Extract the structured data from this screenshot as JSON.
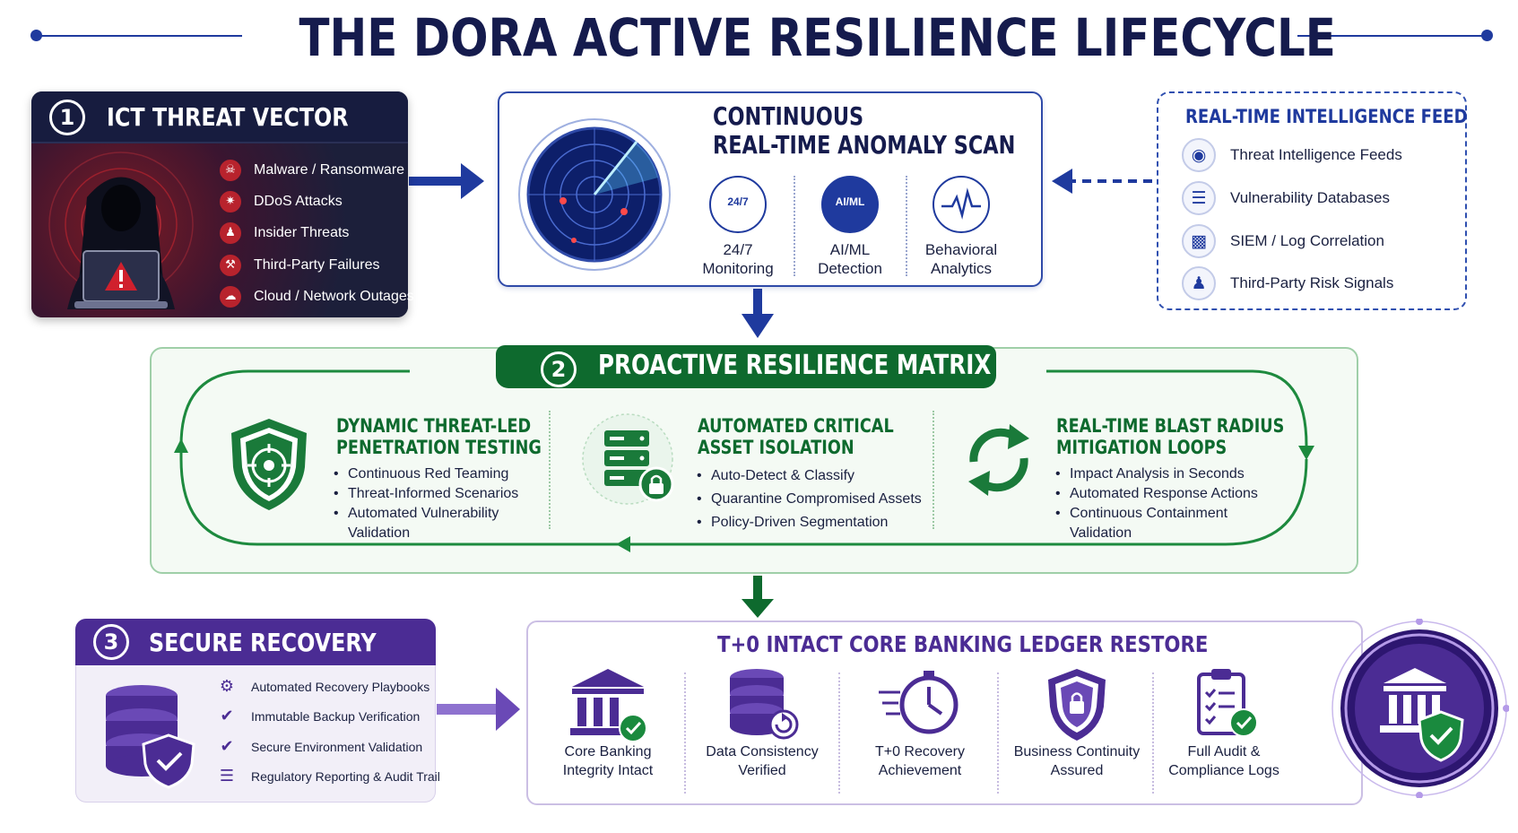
{
  "title": "THE DORA ACTIVE RESILIENCE LIFECYCLE",
  "threat_vector": {
    "number": "1",
    "title": "ICT THREAT VECTOR",
    "items": [
      {
        "label": "Malware / Ransomware",
        "icon": "bug-icon"
      },
      {
        "label": "DDoS Attacks",
        "icon": "ddos-icon"
      },
      {
        "label": "Insider Threats",
        "icon": "user-icon"
      },
      {
        "label": "Third-Party Failures",
        "icon": "factory-icon"
      },
      {
        "label": "Cloud / Network Outages",
        "icon": "cloud-icon"
      }
    ]
  },
  "scan": {
    "title_line1": "CONTINUOUS",
    "title_line2": "REAL-TIME ANOMALY SCAN",
    "features": [
      {
        "label_line1": "24/7",
        "label_line2": "Monitoring",
        "icon_text": "24/7"
      },
      {
        "label_line1": "AI/ML",
        "label_line2": "Detection",
        "icon_text": "AI/ML"
      },
      {
        "label_line1": "Behavioral",
        "label_line2": "Analytics",
        "icon_text": ""
      }
    ]
  },
  "feed": {
    "title": "REAL-TIME INTELLIGENCE FEED",
    "items": [
      {
        "label": "Threat Intelligence Feeds",
        "icon": "globe-icon"
      },
      {
        "label": "Vulnerability Databases",
        "icon": "database-icon"
      },
      {
        "label": "SIEM / Log Correlation",
        "icon": "bar-chart-icon"
      },
      {
        "label": "Third-Party Risk Signals",
        "icon": "users-icon"
      }
    ]
  },
  "matrix": {
    "number": "2",
    "title": "PROACTIVE RESILIENCE MATRIX",
    "columns": [
      {
        "head_line1": "DYNAMIC THREAT-LED",
        "head_line2": "PENETRATION TESTING",
        "items": [
          "Continuous Red Teaming",
          "Threat-Informed Scenarios",
          "Automated Vulnerability Validation"
        ]
      },
      {
        "head_line1": "AUTOMATED CRITICAL",
        "head_line2": "ASSET ISOLATION",
        "items": [
          "Auto-Detect & Classify",
          "Quarantine Compromised Assets",
          "Policy-Driven Segmentation"
        ]
      },
      {
        "head_line1": "REAL-TIME BLAST RADIUS",
        "head_line2": "MITIGATION LOOPS",
        "items": [
          "Impact Analysis in Seconds",
          "Automated Response Actions",
          "Continuous Containment Validation"
        ]
      }
    ]
  },
  "recovery": {
    "number": "3",
    "title": "SECURE RECOVERY",
    "items": [
      {
        "label": "Automated Recovery Playbooks",
        "icon": "gear-icon"
      },
      {
        "label": "Immutable Backup Verification",
        "icon": "shield-check-icon"
      },
      {
        "label": "Secure Environment Validation",
        "icon": "check-circle-icon"
      },
      {
        "label": "Regulatory Reporting & Audit Trail",
        "icon": "document-icon"
      }
    ]
  },
  "ledger": {
    "title": "T+0 INTACT CORE BANKING LEDGER RESTORE",
    "items": [
      {
        "line1": "Core Banking",
        "line2": "Integrity Intact"
      },
      {
        "line1": "Data Consistency",
        "line2": "Verified"
      },
      {
        "line1": "T+0 Recovery",
        "line2": "Achievement"
      },
      {
        "line1": "Business Continuity",
        "line2": "Assured"
      },
      {
        "line1": "Full Audit &",
        "line2": "Compliance Logs"
      }
    ]
  },
  "colors": {
    "navy": "#151b4d",
    "blue": "#1f3a9e",
    "green": "#0e6a2e",
    "purple": "#4b2c94",
    "red": "#b8232d"
  }
}
